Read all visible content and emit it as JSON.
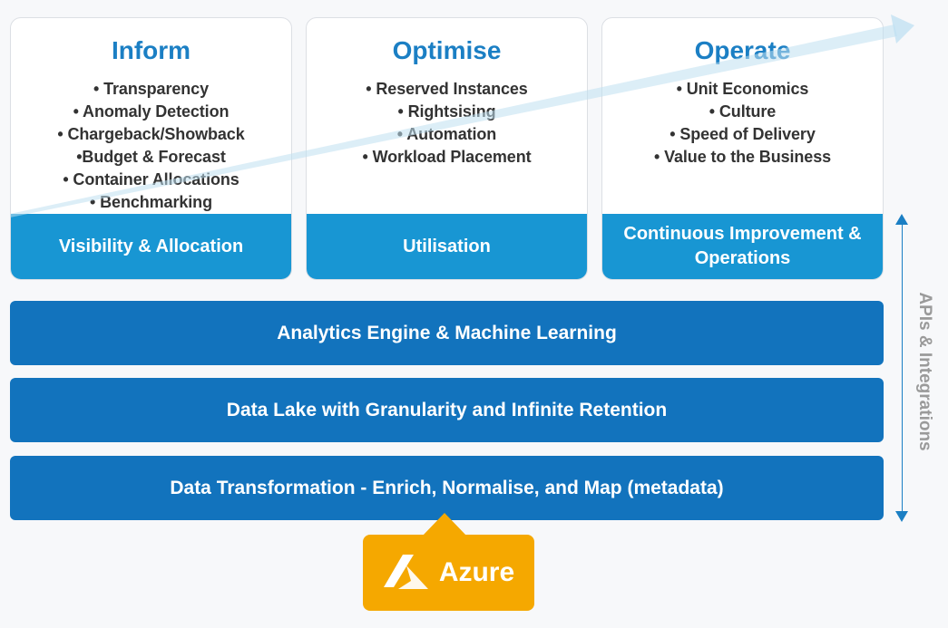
{
  "colors": {
    "title_blue": "#1b7fc4",
    "footer_blue": "#1896d3",
    "band_blue": "#1273bd",
    "azure_orange": "#f5a800",
    "arrow_blue": "#bfe0f1",
    "side_label_gray": "#9a9a9a"
  },
  "pillars": [
    {
      "title": "Inform",
      "items": [
        "• Transparency",
        "• Anomaly Detection",
        "• Chargeback/Showback",
        "•Budget & Forecast",
        "• Container Allocations",
        "• Benchmarking"
      ],
      "footer": "Visibility & Allocation"
    },
    {
      "title": "Optimise",
      "items": [
        "• Reserved Instances",
        "• Rightsising",
        "• Automation",
        "• Workload Placement"
      ],
      "footer": "Utilisation"
    },
    {
      "title": "Operate",
      "items": [
        "• Unit Economics",
        "• Culture",
        "• Speed of Delivery",
        "• Value to the Business"
      ],
      "footer": "Continuous Improvement & Operations"
    }
  ],
  "layers": [
    "Analytics Engine & Machine Learning",
    "Data Lake with Granularity and Infinite Retention",
    "Data Transformation - Enrich, Normalise, and Map (metadata)"
  ],
  "side_label": "APIs & Integrations",
  "source": {
    "label": "Azure",
    "icon": "azure-logo-icon"
  }
}
